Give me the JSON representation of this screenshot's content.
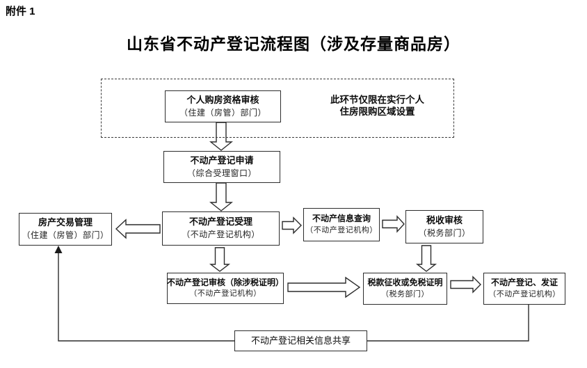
{
  "page": {
    "attachment_label": "附件 1",
    "title": "山东省不动产登记流程图（涉及存量商品房）"
  },
  "flowchart": {
    "note": {
      "line1": "此环节仅限在实行个人",
      "line2": "住房限购区域设置"
    },
    "nodes": {
      "qualification": {
        "line1": "个人购房资格审核",
        "line2": "（住建（房管）部门）"
      },
      "application": {
        "line1": "不动产登记申请",
        "line2": "（综合受理窗口）"
      },
      "transaction": {
        "line1": "房产交易管理",
        "line2": "（住建（房管）部门）"
      },
      "acceptance": {
        "line1": "不动产登记受理",
        "line2": "（不动产登记机构）"
      },
      "inquiry": {
        "line1": "不动产信息查询",
        "line2": "（不动产登记机构）"
      },
      "tax_review": {
        "line1": "税收审核",
        "line2": "（税务部门）"
      },
      "review": {
        "line1": "不动产登记审核（除涉税证明）",
        "line2": "（不动产登记机构）"
      },
      "tax_cert": {
        "line1": "税款征收或免税证明",
        "line2": "（税务部门）"
      },
      "issue": {
        "line1": "不动产登记、发证",
        "line2": "（不动产登记机构）"
      },
      "share": {
        "line1": "不动产登记相关信息共享"
      }
    },
    "colors": {
      "line": "#2c2c2c",
      "background": "#ffffff",
      "text": "#0c0c0c"
    }
  }
}
